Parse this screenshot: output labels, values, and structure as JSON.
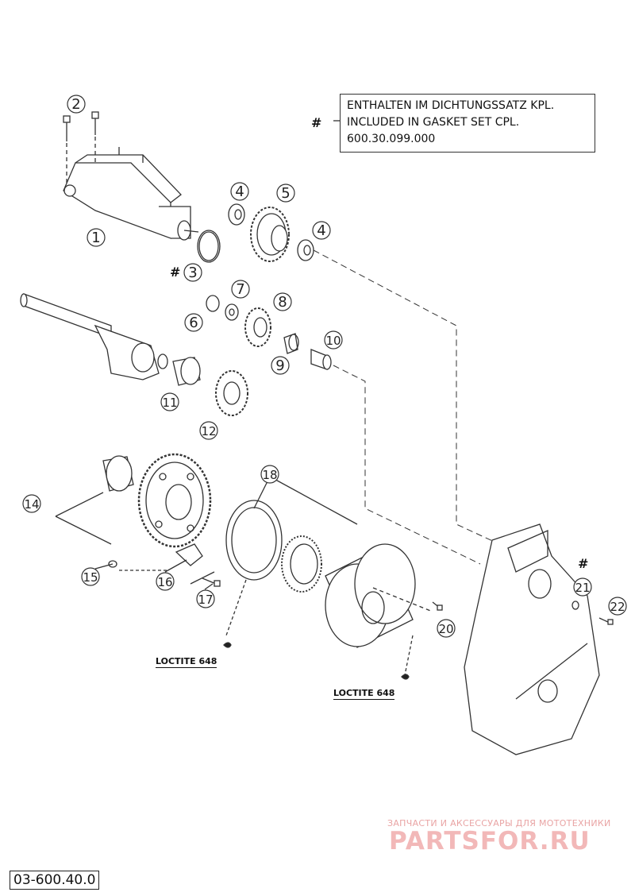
{
  "note": {
    "symbol": "#",
    "line1": "ENTHALTEN IM DICHTUNGSSATZ KPL.",
    "line2": "INCLUDED IN GASKET SET CPL.",
    "line3": "600.30.099.000"
  },
  "callouts": [
    "1",
    "2",
    "#",
    "3",
    "4",
    "5",
    "4",
    "6",
    "7",
    "8",
    "9",
    "10",
    "11",
    "12",
    "14",
    "15",
    "16",
    "17",
    "18",
    "20",
    "#",
    "21",
    "22"
  ],
  "labels": {
    "n1": "1",
    "n2": "2",
    "n3": "3",
    "n4a": "4",
    "n4b": "4",
    "n5": "5",
    "n6": "6",
    "n7": "7",
    "n8": "8",
    "n9": "9",
    "n10": "10",
    "n11": "11",
    "n12": "12",
    "n14": "14",
    "n15": "15",
    "n16": "16",
    "n17": "17",
    "n18": "18",
    "n20": "20",
    "n21": "21",
    "n22": "22",
    "hash3": "#",
    "hash21": "#"
  },
  "loctite_a": "LOCTITE 648",
  "loctite_b": "LOCTITE 648",
  "diagram_code": "03-600.40.0",
  "watermark": {
    "tagline": "ЗАПЧАСТИ И АКСЕССУАРЫ ДЛЯ МОТОТЕХНИКИ",
    "brand": "PARTSFOR.RU"
  },
  "colors": {
    "line": "#333333",
    "watermark": "#f2b8b8"
  }
}
